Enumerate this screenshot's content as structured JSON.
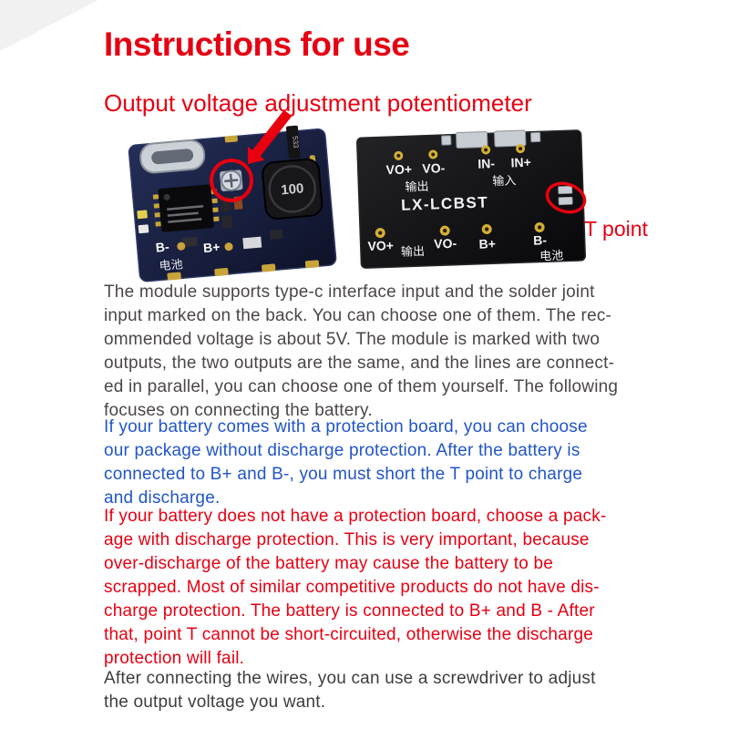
{
  "page": {
    "title": "Instructions for use",
    "subtitle": "Output voltage adjustment potentiometer",
    "t_point_label": "T point"
  },
  "colors": {
    "accent_red": "#e60012",
    "body_dark": "#4b4647",
    "body_blue": "#2155c8",
    "pcb_front": "#161c38",
    "pcb_back": "#0d0d0f"
  },
  "board_front": {
    "inductor_value": "100",
    "smd_marking": "533",
    "pad_b_minus": "B-",
    "pad_b_plus": "B+",
    "battery_cn": "电池"
  },
  "board_back": {
    "vo_plus_top": "VO+",
    "vo_minus_top": "VO-",
    "output_cn_top": "输出",
    "in_minus": "IN-",
    "in_plus": "IN+",
    "input_cn": "输入",
    "model": "LX-LCBST",
    "vo_plus_bottom": "VO+",
    "output_cn_bottom": "输出",
    "vo_minus_bottom": "VO-",
    "b_plus": "B+",
    "b_minus": "B-",
    "battery_cn": "电池"
  },
  "paragraphs": {
    "p1": "The module supports type-c interface input and the solder joint\ninput marked on the back. You can choose one of them. The rec-\nommended voltage is about 5V. The module is marked with two\noutputs, the two outputs are the same, and the lines are connect-\ned in parallel, you can choose one of them yourself. The following\nfocuses on connecting the battery.",
    "p2": "If your battery comes with a protection board, you can choose\nour package without discharge protection. After the battery is\nconnected to B+ and B-, you must short the T point to charge\nand discharge.",
    "p3": "If your battery does not have a protection board, choose a pack-\nage with discharge protection. This is very important, because\nover-discharge of the battery may cause the battery to be\nscrapped. Most of similar competitive products do not have dis-\ncharge protection. The battery is connected to B+ and B - After\nthat, point T cannot be short-circuited, otherwise the discharge\nprotection will fail.",
    "p4": "After connecting the wires, you can use a screwdriver to adjust\nthe output voltage you want."
  }
}
